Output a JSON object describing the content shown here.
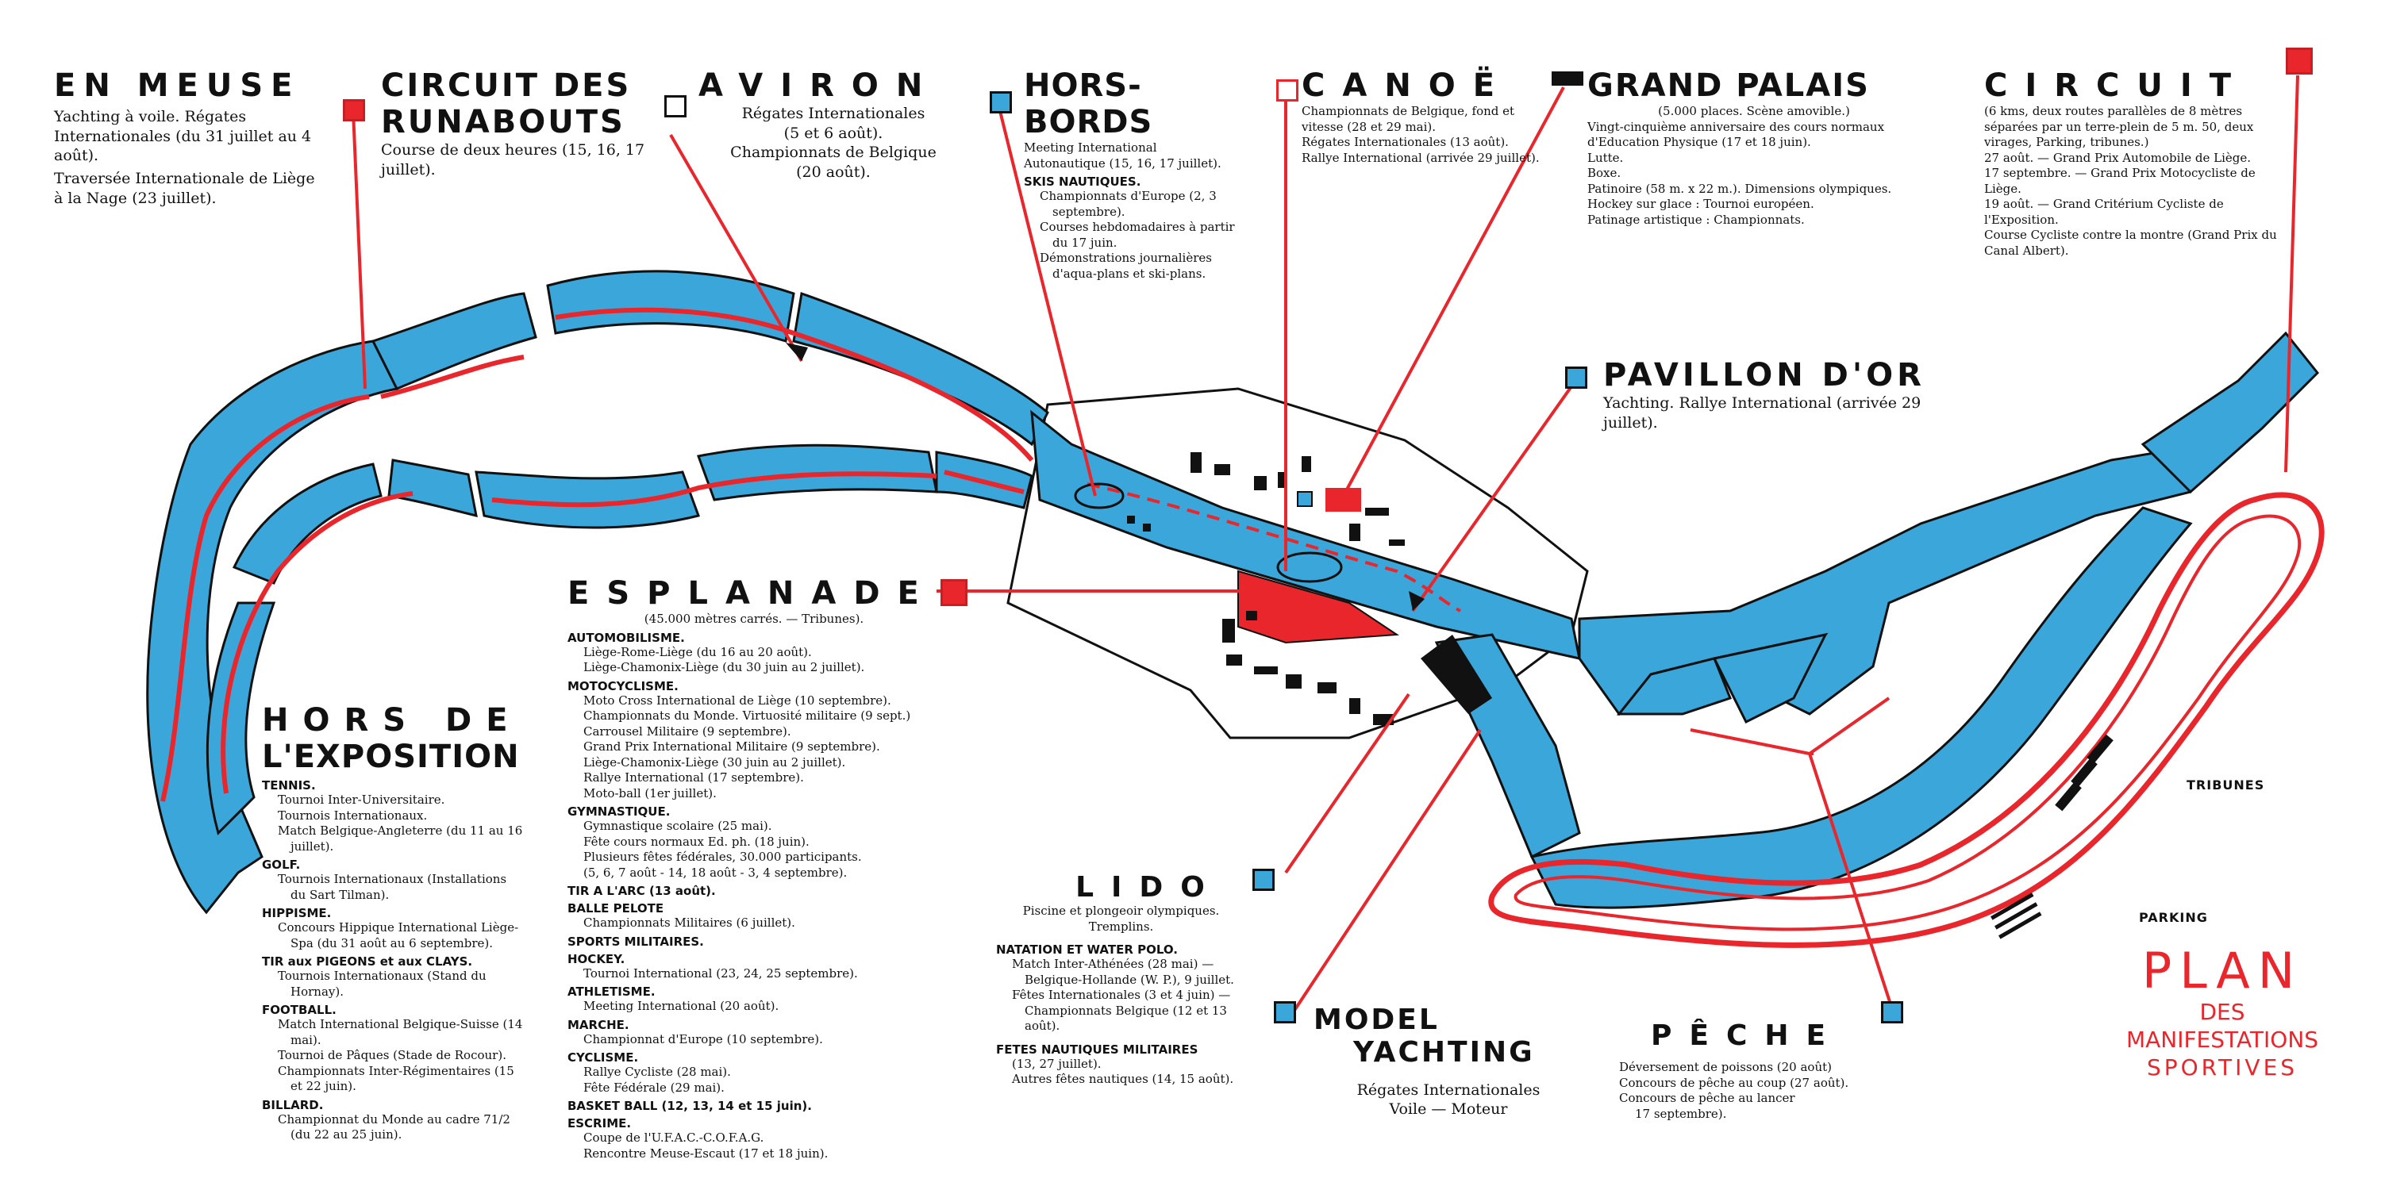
{
  "colors": {
    "water": "#3aa6da",
    "accent": "#e8262c",
    "ink": "#111111"
  },
  "title": {
    "line1": "PLAN",
    "line2": "DES",
    "line3": "MANIFESTATIONS",
    "line4": "SPORTIVES"
  },
  "map_labels": {
    "tribunes": "TRIBUNES",
    "parking": "PARKING"
  },
  "en_meuse": {
    "heading": "EN MEUSE",
    "p1": "Yachting à voile. Régates Internationales (du 31 juillet au 4 août).",
    "p2": "Traversée Internationale de Liège à la Nage (23 juillet)."
  },
  "runabouts": {
    "heading1": "CIRCUIT DES",
    "heading2": "RUNABOUTS",
    "p1": "Course de deux heures (15, 16, 17 juillet)."
  },
  "aviron": {
    "heading": "AVIRON",
    "p1": "Régates Internationales",
    "p2": "(5 et 6 août).",
    "p3": "Championnats de Belgique",
    "p4": "(20 août)."
  },
  "hors_bords": {
    "heading": "HORS-BORDS",
    "p1": "Meeting International Autonautique (15, 16, 17 juillet).",
    "sub": "SKIS NAUTIQUES.",
    "i1": "Championnats d'Europe (2, 3 septembre).",
    "i2": "Courses hebdomadaires à partir du 17 juin.",
    "i3": "Démonstrations journalières d'aqua-plans et ski-plans."
  },
  "canoe": {
    "heading": "CANOË",
    "p1": "Championnats de Belgique, fond et vitesse (28 et 29 mai).",
    "p2": "Régates Internationales (13 août).",
    "p3": "Rallye International (arrivée 29 juillet)."
  },
  "grand_palais": {
    "heading": "GRAND PALAIS",
    "p1": "(5.000 places. Scène amovible.)",
    "p2": "Vingt-cinquième anniversaire des cours normaux d'Education Physique (17 et 18 juin).",
    "p3": "Lutte.",
    "p4": "Boxe.",
    "p5": "Patinoire (58 m. x 22 m.). Dimensions olympiques.",
    "p6": "Hockey sur glace : Tournoi européen.",
    "p7": "Patinage artistique : Championnats."
  },
  "circuit": {
    "heading": "CIRCUIT",
    "p1": "(6 kms, deux routes parallèles de 8 mètres séparées par un terre-plein de 5 m. 50, deux virages, Parking, tribunes.)",
    "p2": "27 août. — Grand Prix Automobile de Liège.",
    "p3": "17 septembre. — Grand Prix Motocycliste de Liège.",
    "p4": "19 août. — Grand Critérium Cycliste de l'Exposition.",
    "p5": "Course Cycliste contre la montre (Grand Prix du Canal Albert)."
  },
  "pavillon": {
    "heading": "PAVILLON D'OR",
    "p1": "Yachting. Rallye International (arrivée 29 juillet)."
  },
  "esplanade": {
    "heading": "ESPLANADE",
    "p1": "(45.000 mètres carrés. — Tribunes).",
    "s1": "AUTOMOBILISME.",
    "s1_i1": "Liège-Rome-Liège (du 16 au 20 août).",
    "s1_i2": "Liège-Chamonix-Liège (du 30 juin au 2 juillet).",
    "s2": "MOTOCYCLISME.",
    "s2_i1": "Moto Cross International de Liège (10 septembre).",
    "s2_i2": "Championnats du Monde. Virtuosité militaire (9 sept.)",
    "s2_i3": "Carrousel Militaire (9 septembre).",
    "s2_i4": "Grand Prix International Militaire (9 septembre).",
    "s2_i5": "Liège-Chamonix-Liège (30 juin au 2 juillet).",
    "s2_i6": "Rallye International (17 septembre).",
    "s2_i7": "Moto-ball (1er juillet).",
    "s3": "GYMNASTIQUE.",
    "s3_i1": "Gymnastique scolaire (25 mai).",
    "s3_i2": "Fête cours normaux Ed. ph. (18 juin).",
    "s3_i3": "Plusieurs fêtes fédérales, 30.000 participants.",
    "s3_i4": "(5, 6, 7 août - 14, 18 août - 3, 4 septembre).",
    "s4": "TIR A L'ARC (13 août).",
    "s5": "BALLE PELOTE",
    "s5_i1": "Championnats Militaires (6 juillet).",
    "s6": "SPORTS MILITAIRES.",
    "s7": "HOCKEY.",
    "s7_i1": "Tournoi International (23, 24, 25 septembre).",
    "s8": "ATHLETISME.",
    "s8_i1": "Meeting International (20 août).",
    "s9": "MARCHE.",
    "s9_i1": "Championnat d'Europe (10 septembre).",
    "s10": "CYCLISME.",
    "s10_i1": "Rallye Cycliste (28 mai).",
    "s10_i2": "Fête Fédérale (29 mai).",
    "s11": "BASKET BALL (12, 13, 14 et 15 juin).",
    "s12": "ESCRIME.",
    "s12_i1": "Coupe de l'U.F.A.C.-C.O.F.A.G.",
    "s12_i2": "Rencontre Meuse-Escaut (17 et 18 juin)."
  },
  "hors_expo": {
    "heading1": "HORS DE",
    "heading2": "L'EXPOSITION",
    "s1": "TENNIS.",
    "s1_i1": "Tournoi Inter-Universitaire.",
    "s1_i2": "Tournois Internationaux.",
    "s1_i3": "Match Belgique-Angleterre (du 11 au 16 juillet).",
    "s2": "GOLF.",
    "s2_i1": "Tournois Internationaux (Installations du Sart Tilman).",
    "s3": "HIPPISME.",
    "s3_i1": "Concours Hippique International Liège-Spa (du 31 août au 6 septembre).",
    "s4": "TIR aux PIGEONS et aux CLAYS.",
    "s4_i1": "Tournois Internationaux (Stand du Hornay).",
    "s5": "FOOTBALL.",
    "s5_i1": "Match International Belgique-Suisse (14 mai).",
    "s5_i2": "Tournoi de Pâques (Stade de Rocour).",
    "s5_i3": "Championnats Inter-Régimentaires (15 et 22 juin).",
    "s6": "BILLARD.",
    "s6_i1": "Championnat du Monde au cadre 71/2 (du 22 au 25 juin)."
  },
  "lido": {
    "heading": "LIDO",
    "p1": "Piscine et plongeoir olympiques.",
    "p2": "Tremplins.",
    "s1": "NATATION ET WATER POLO.",
    "s1_i1": "Match Inter-Athénées (28 mai) — Belgique-Hollande (W. P.), 9 juillet.",
    "s1_i2": "Fêtes Internationales (3 et 4 juin) — Championnats Belgique (12 et 13 août).",
    "s2": "FETES NAUTIQUES MILITAIRES",
    "s2_i0": "(13, 27 juillet).",
    "s2_i1": "Autres fêtes nautiques (14, 15 août)."
  },
  "model_yachting": {
    "heading1": "MODEL",
    "heading2": "YACHTING",
    "p1": "Régates Internationales",
    "p2": "Voile — Moteur"
  },
  "peche": {
    "heading": "PÊCHE",
    "p1": "Déversement de poissons (20 août)",
    "p2": "Concours de pêche au coup (27 août).",
    "p3": "Concours de pêche au lancer",
    "p4": "17 septembre)."
  }
}
